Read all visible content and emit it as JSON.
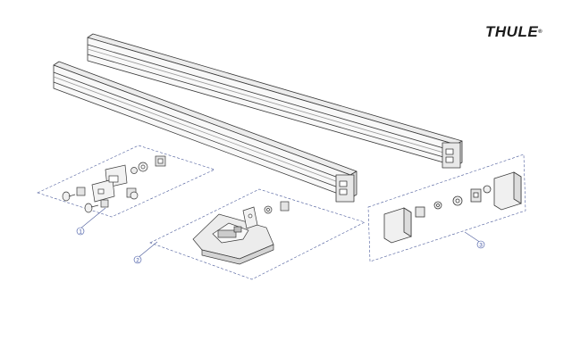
{
  "brand": {
    "name": "THULE",
    "trademark": "®"
  },
  "callouts": [
    {
      "number": "1"
    },
    {
      "number": "2"
    },
    {
      "number": "3"
    }
  ],
  "colors": {
    "line": "#3a3a3a",
    "dash": "#4a5a9a",
    "callout": "#3a4fa0",
    "rail_fill": "#f4f4f4",
    "rail_shade": "#d8d8d8",
    "cap_fill": "#e6e6e6"
  }
}
